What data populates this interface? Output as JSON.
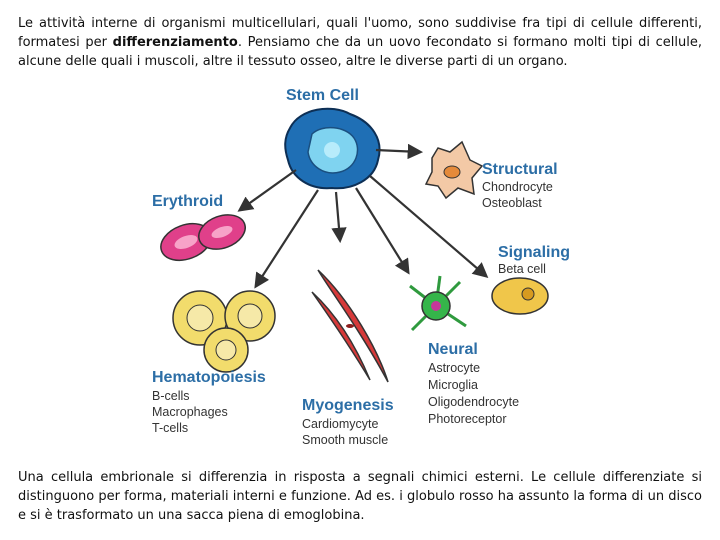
{
  "intro": {
    "before": "Le attività interne di organismi multicellulari, quali l'uomo, sono suddivise fra tipi di cellule differenti, formatesi per ",
    "bold": "differenziamento",
    "after": ". Pensiamo che da un uovo fecondato si formano molti tipi di cellule, alcune delle quali i muscoli, altre il tessuto osseo, altre le diverse parti di un organo."
  },
  "diagram": {
    "stem_cell": "Stem Cell",
    "structural": {
      "title": "Structural",
      "items": [
        "Chondrocyte",
        "Osteoblast"
      ]
    },
    "erythroid": {
      "title": "Erythroid",
      "items": []
    },
    "signaling": {
      "title": "Signaling",
      "items": [
        "Beta cell"
      ]
    },
    "neural": {
      "title": "Neural",
      "items": [
        "Astrocyte",
        "Microglia",
        "Oligodendrocyte",
        "Photoreceptor"
      ]
    },
    "hematopoiesis": {
      "title": "Hematopoiesis",
      "items": [
        "B-cells",
        "Macrophages",
        "T-cells"
      ]
    },
    "myogenesis": {
      "title": "Myogenesis",
      "items": [
        "Cardiomycyte",
        "Smooth muscle"
      ]
    },
    "colors": {
      "title": "#2c6ea6",
      "erythro": "#e0408a",
      "stem": "#1f6fb5",
      "neural": "#35b54a",
      "signal": "#f0c64a",
      "hemato": "#f2dc6c",
      "muscle": "#d63a3a",
      "struct": "#f3c9a6"
    }
  },
  "outro": "Una cellula embrionale si differenzia in risposta a segnali chimici esterni. Le cellule differenziate si distinguono per forma, materiali interni e funzione. Ad es. i globulo rosso ha assunto la forma di un disco e si è trasformato un una sacca piena di emoglobina."
}
